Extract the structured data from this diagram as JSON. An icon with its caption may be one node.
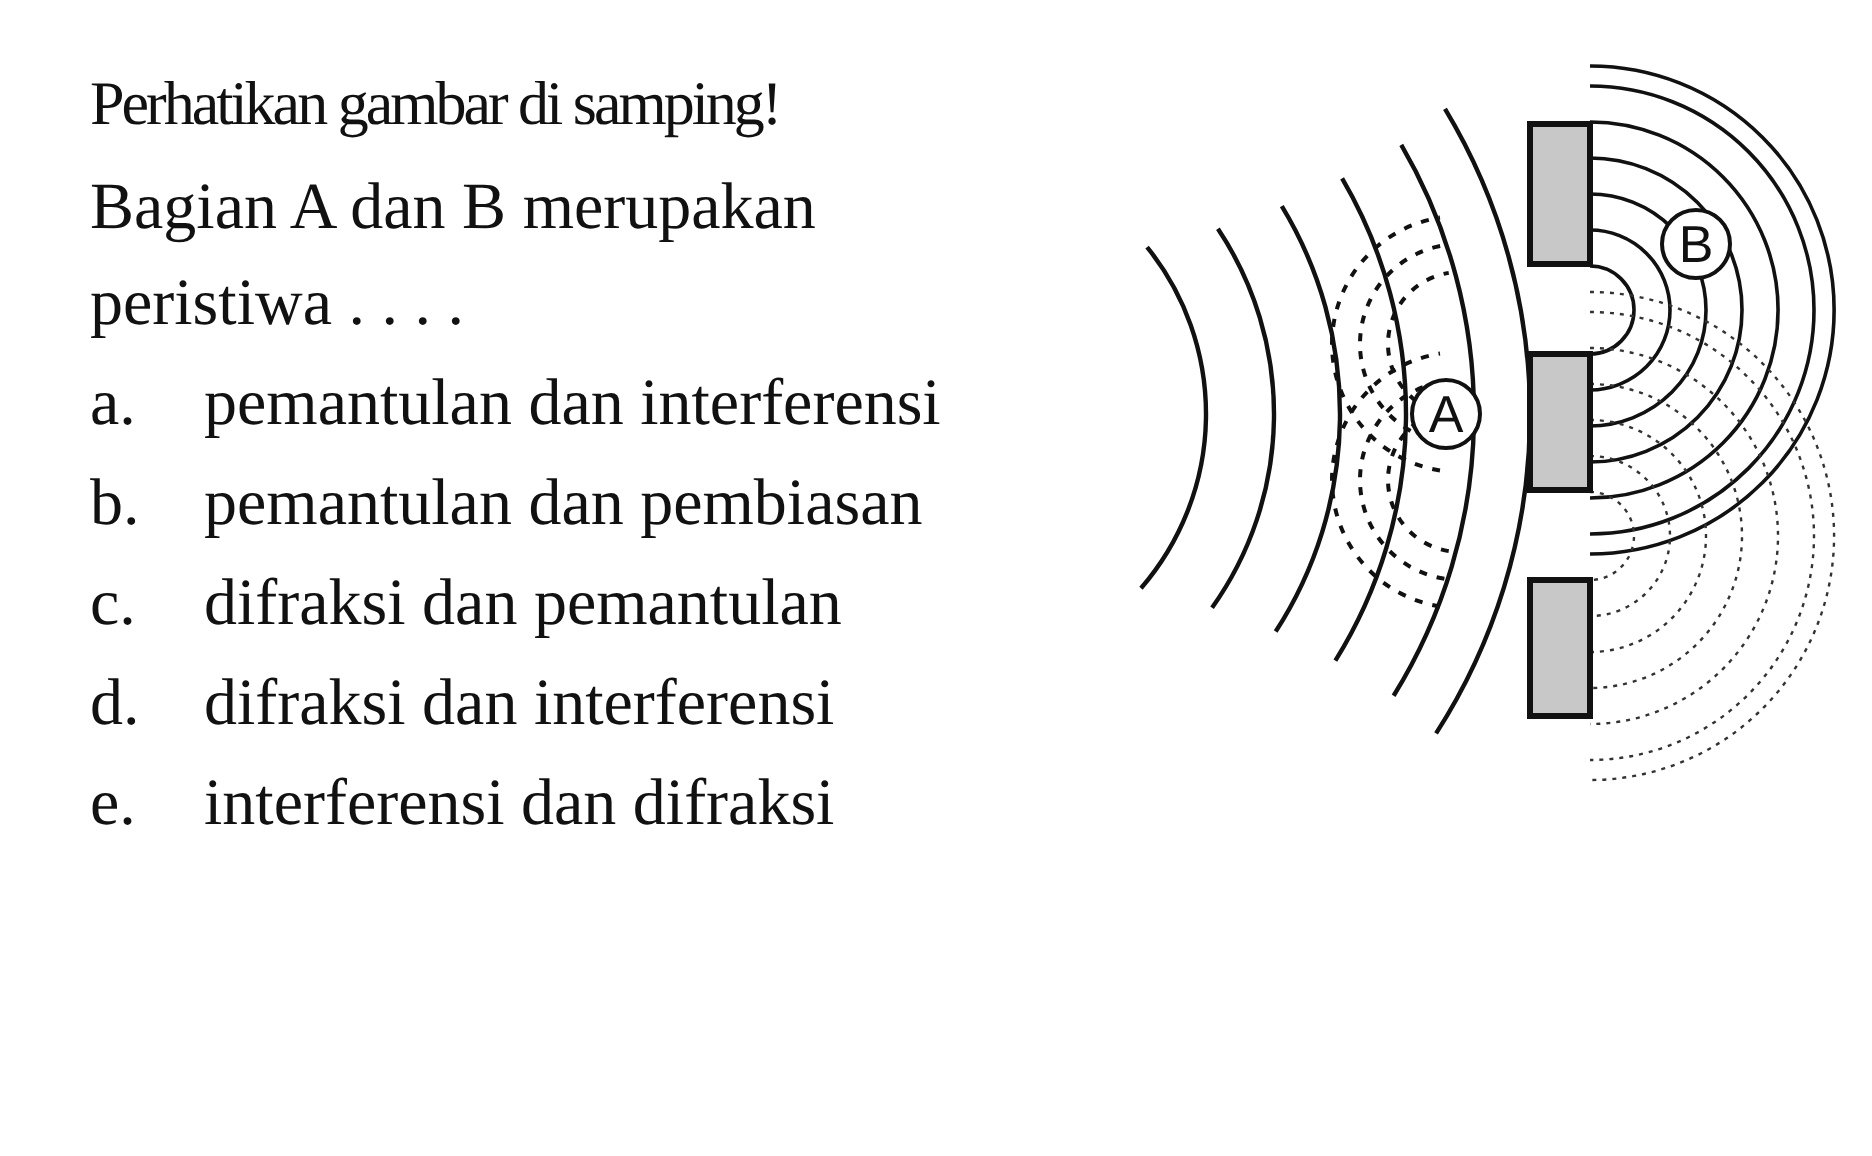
{
  "diagram": {
    "nodes": [
      {
        "text": [
          "A"
        ]
      },
      {
        "text": [
          "B"
        ]
      }
    ],
    "labels": [
      "Perhatikan gambar di samping!",
      "Bagian A dan B merupakan peristiwa . . . .",
      "a.",
      "pemantulan dan interferensi",
      "b.",
      "pemantulan dan pembiasan",
      "c.",
      "difraksi dan pemantulan",
      "d.",
      "difraksi dan interferensi",
      "e.",
      "interferensi dan difraksi"
    ]
  }
}
